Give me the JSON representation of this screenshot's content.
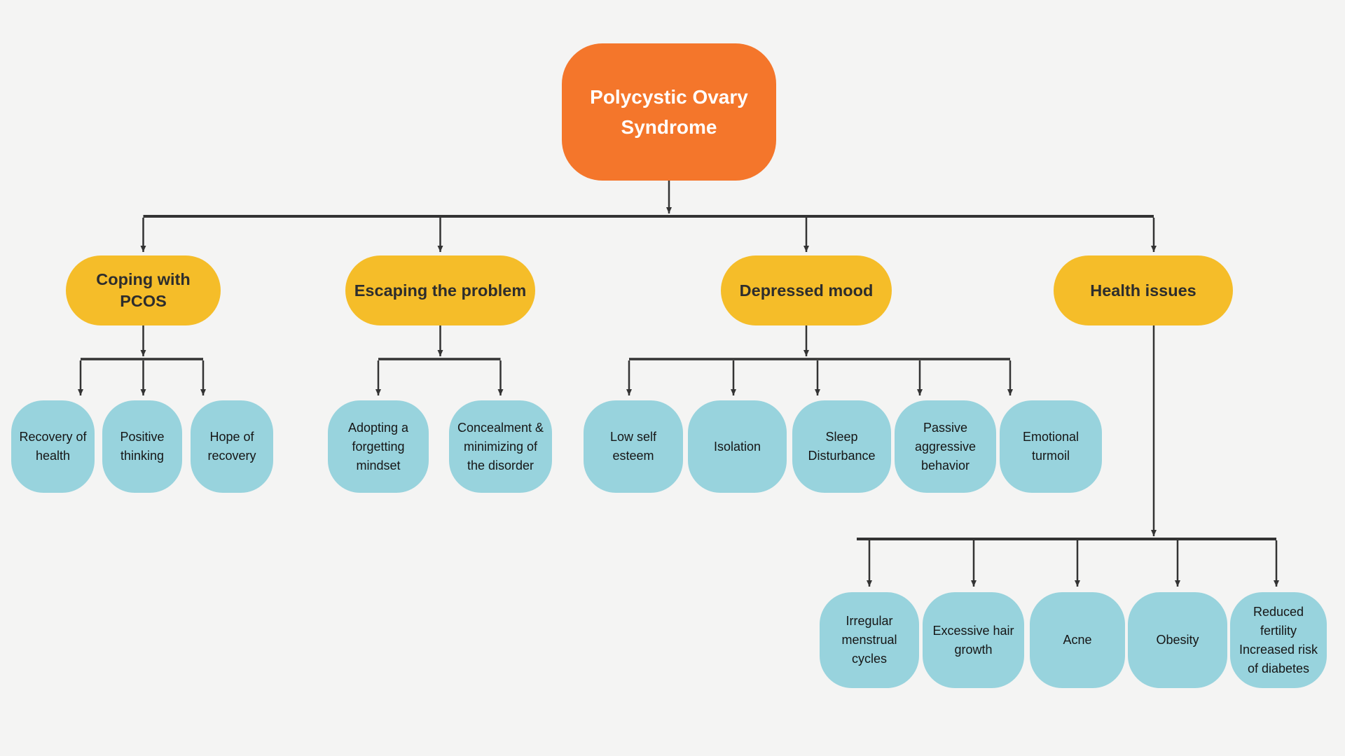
{
  "colors": {
    "background": "#f4f4f3",
    "root_fill": "#f4762b",
    "root_text": "#ffffff",
    "branch_fill": "#f5bd29",
    "branch_text": "#2d2d2d",
    "leaf_fill": "#98d3dd",
    "leaf_text": "#161616",
    "connector": "#333333"
  },
  "root": {
    "label": "Polycystic Ovary Syndrome"
  },
  "branches": [
    {
      "label": "Coping with PCOS",
      "children": [
        {
          "label": "Recovery of health"
        },
        {
          "label": "Positive thinking"
        },
        {
          "label": "Hope of recovery"
        }
      ]
    },
    {
      "label": "Escaping the problem",
      "children": [
        {
          "label": "Adopting a forgetting mindset"
        },
        {
          "label": "Concealment & minimizing of the disorder"
        }
      ]
    },
    {
      "label": "Depressed mood",
      "children": [
        {
          "label": "Low self esteem"
        },
        {
          "label": "Isolation"
        },
        {
          "label": "Sleep Disturbance"
        },
        {
          "label": "Passive aggressive behavior"
        },
        {
          "label": "Emotional turmoil"
        }
      ]
    },
    {
      "label": "Health issues",
      "children": [
        {
          "label": "Irregular menstrual cycles"
        },
        {
          "label": "Excessive hair growth"
        },
        {
          "label": "Acne"
        },
        {
          "label": "Obesity"
        },
        {
          "label": "Reduced fertility Increased risk of diabetes"
        }
      ]
    }
  ]
}
